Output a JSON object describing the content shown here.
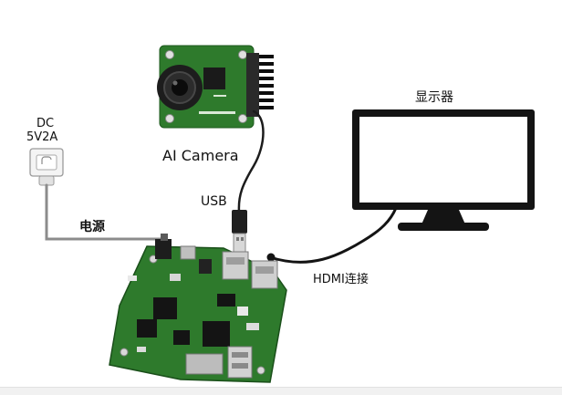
{
  "labels": {
    "dc": "DC",
    "voltage": "5V2A",
    "power": "电源",
    "camera": "AI Camera",
    "usb": "USB",
    "monitor": "显示器",
    "hdmi": "HDMI连接"
  },
  "icons": [
    "power-adapter-icon",
    "ai-camera-module",
    "usb-plug-icon",
    "monitor-icon",
    "dev-board"
  ],
  "colors": {
    "pcb_green": "#2e7a2c",
    "cable": "#8c8c8c",
    "cable_dark": "#1c1c1c",
    "monitor_frame": "#141414"
  }
}
